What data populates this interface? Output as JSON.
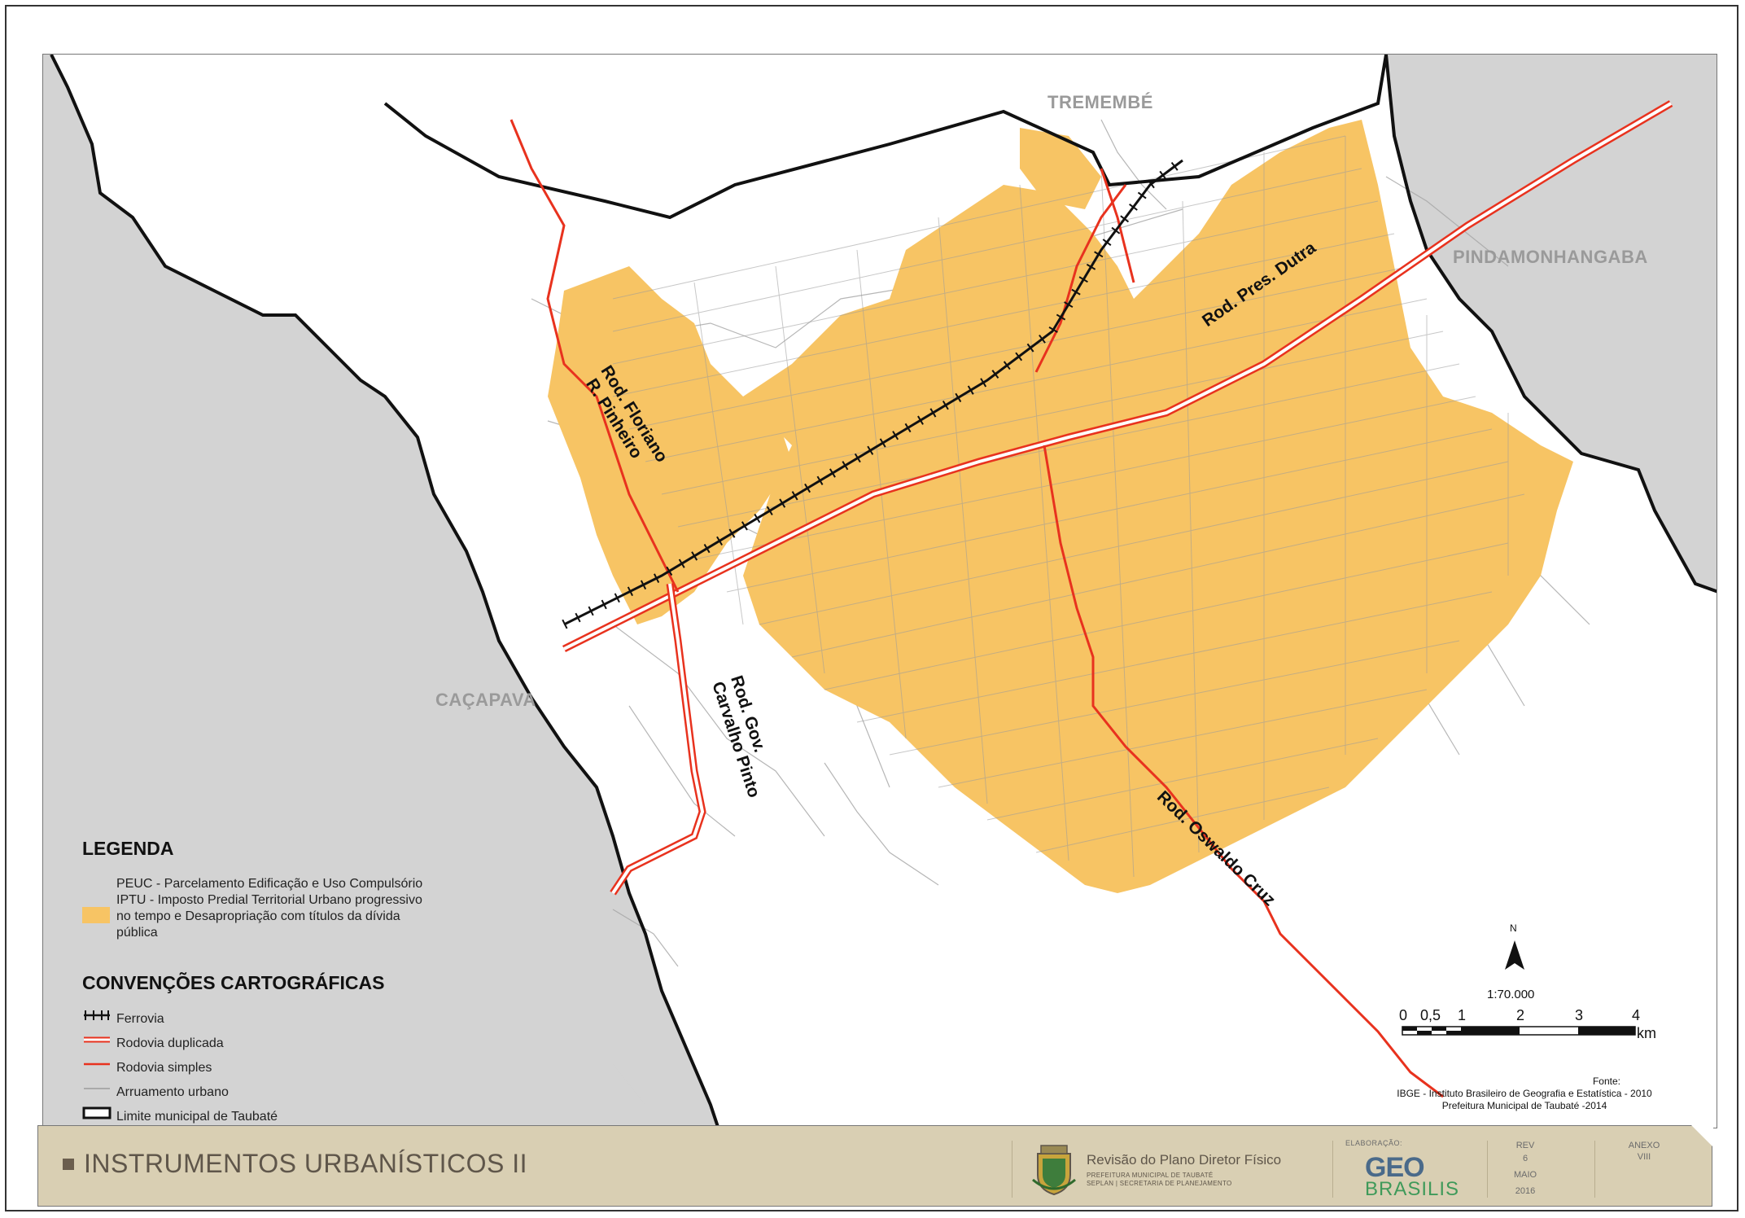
{
  "regions": {
    "tremembe": "TREMEMBÉ",
    "pindamonhangaba": "PINDAMONHANGABA",
    "cacapava": "CAÇAPAVA"
  },
  "roads": {
    "floriano_1": "Rod. Floriano",
    "floriano_2": "R. Pinheiro",
    "pres_dutra": "Rod. Pres. Dutra",
    "carvalho_1": "Rod. Gov.",
    "carvalho_2": "Carvalho Pinto",
    "oswaldo": "Rod. Oswaldo Cruz"
  },
  "legend": {
    "heading": "LEGENDA",
    "peuc_line1": "PEUC - Parcelamento Edificação e Uso Compulsório",
    "peuc_line2": "IPTU - Imposto Predial Territorial Urbano progressivo",
    "peuc_line3": "no tempo e Desapropriação com títulos da dívida",
    "peuc_line4": "pública",
    "conv_heading": "CONVENÇÕES CARTOGRÁFICAS",
    "items": [
      {
        "label": "Ferrovia"
      },
      {
        "label": "Rodovia duplicada"
      },
      {
        "label": "Rodovia simples"
      },
      {
        "label": "Arruamento urbano"
      },
      {
        "label": "Limite municipal de Taubaté"
      }
    ]
  },
  "scale": {
    "north": "N",
    "ratio": "1:70.000",
    "ticks": [
      "0",
      "0,5",
      "1",
      "2",
      "3",
      "4"
    ],
    "unit": "km"
  },
  "sources": {
    "heading": "Fonte:",
    "line1": "IBGE - Instituto Brasileiro de Geografia e Estatística - 2010",
    "line2": "Prefeitura Municipal de Taubaté -2014"
  },
  "footer": {
    "title": "INSTRUMENTOS URBANÍSTICOS II",
    "plano_title": "Revisão do Plano Diretor Físico",
    "plano_sub1": "PREFEITURA MUNICIPAL DE TAUBATÉ",
    "plano_sub2": "SEPLAN | SECRETARIA DE PLANEJAMENTO",
    "elaboracao": "ELABORAÇÃO:",
    "geo": "GEO",
    "brasilis": "BRASILIS",
    "rev_label": "REV",
    "rev_value": "6",
    "month": "MAIO",
    "year": "2016",
    "anexo_label": "ANEXO",
    "anexo_value": "VIII"
  },
  "colors": {
    "peuc": "#f7c464",
    "neighbor": "#d3d3d3",
    "road_red": "#e8321e",
    "street_gray": "#9b9b9b",
    "boundary": "#111111",
    "footer_bg": "#d9cfb3"
  }
}
